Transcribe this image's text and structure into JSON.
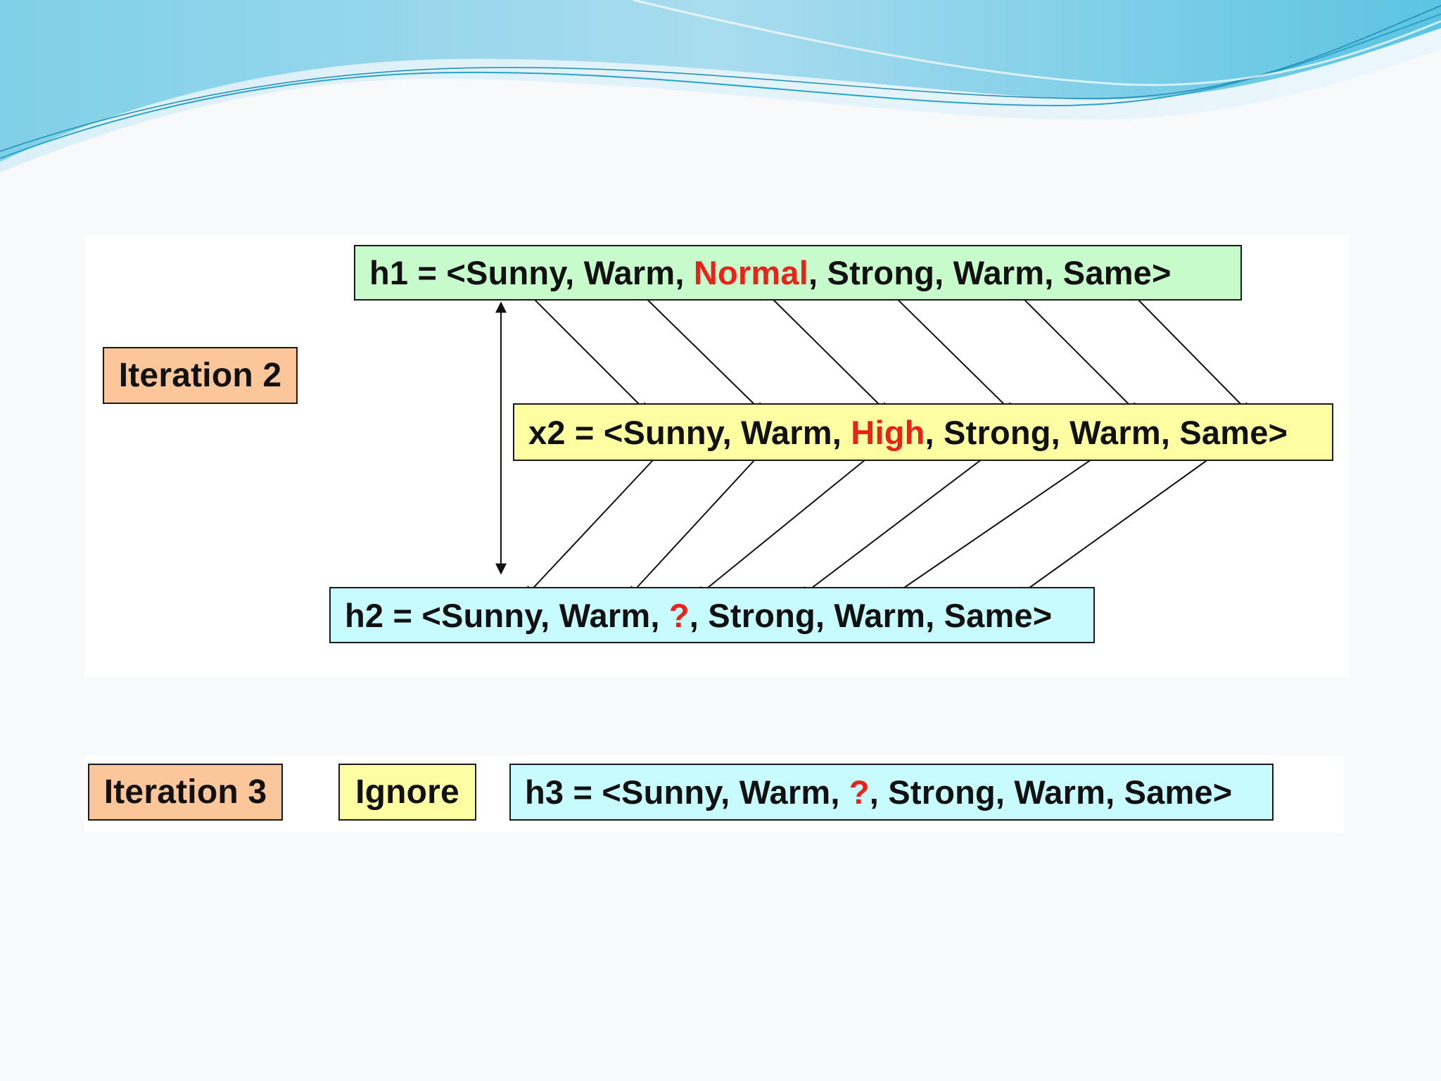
{
  "colors": {
    "iteration_label": "#fcc69b",
    "h1_box": "#c8fbcb",
    "x2_box": "#fdfda2",
    "h_result_box": "#c8fbfd",
    "ignore_box": "#fdfda2",
    "highlight_text": "#e8231a",
    "wave_light": "#8fd3ea",
    "wave_dark": "#4dbfdc"
  },
  "iteration2": {
    "label": "Iteration 2",
    "h1": {
      "prefix": "h1 = <Sunny, Warm, ",
      "highlight": "Normal",
      "suffix": ", Strong, Warm, Same>"
    },
    "x2": {
      "prefix": "x2 = <Sunny, Warm, ",
      "highlight": "High",
      "suffix": ", Strong, Warm, Same>"
    },
    "h2": {
      "prefix": "h2 = <Sunny, Warm, ",
      "highlight": "?",
      "suffix": ", Strong, Warm, Same>"
    }
  },
  "iteration3": {
    "label": "Iteration 3",
    "action": "Ignore",
    "h3": {
      "prefix": "h3 = <Sunny, Warm, ",
      "highlight": "?",
      "suffix": ", Strong, Warm, Same>"
    }
  }
}
